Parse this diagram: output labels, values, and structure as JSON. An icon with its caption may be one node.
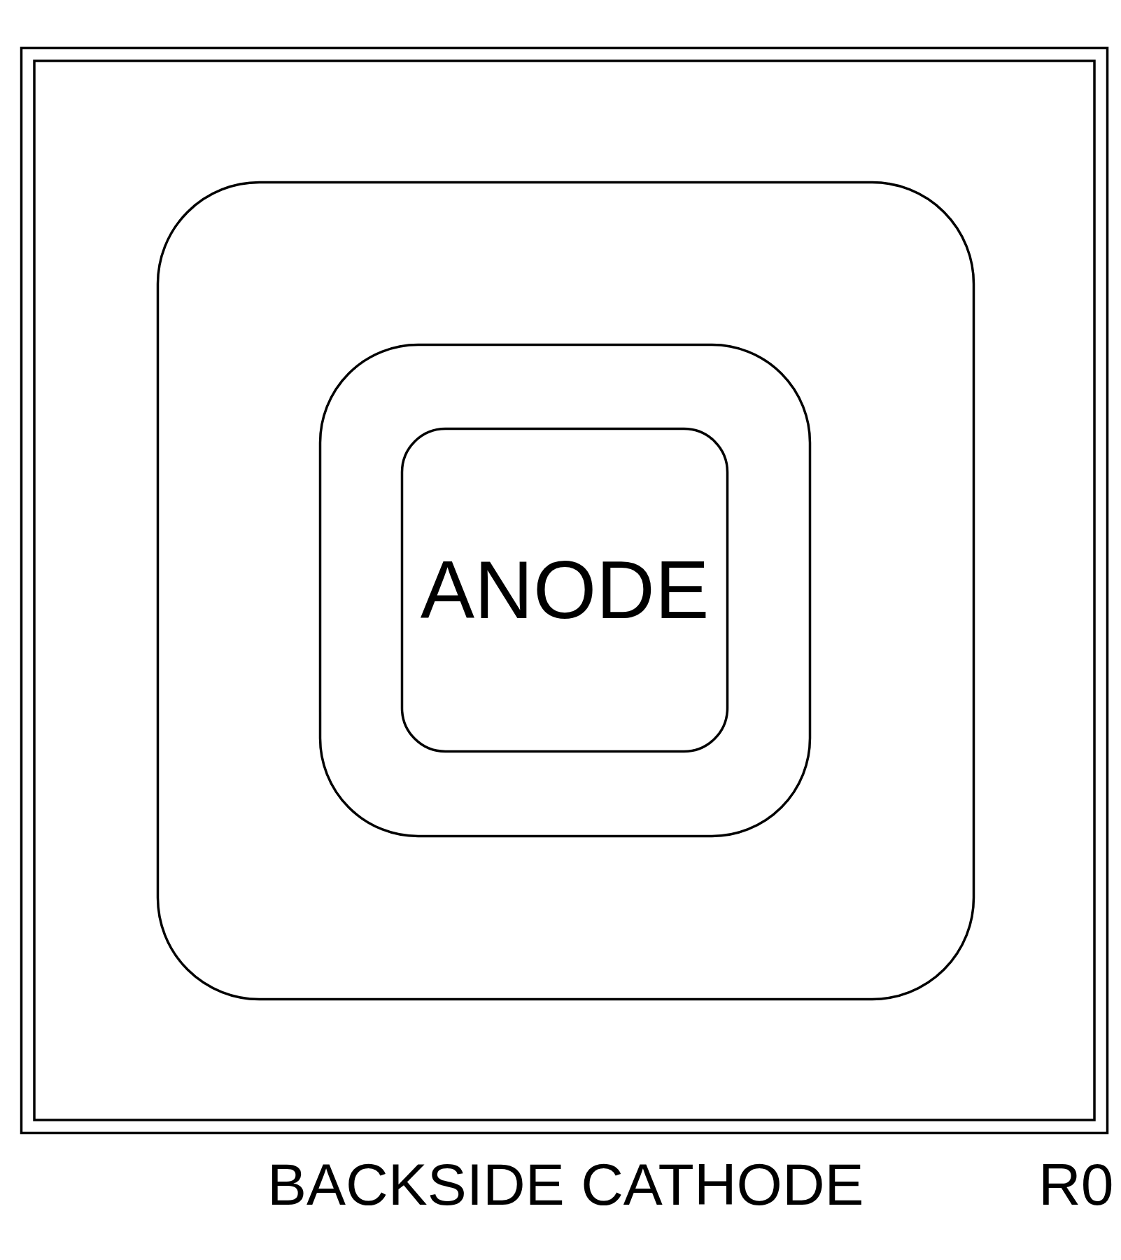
{
  "diagram": {
    "nodes": [
      {
        "text": [],
        "shape": "box"
      },
      {
        "text": [],
        "shape": "box",
        "in": 0
      },
      {
        "text": [],
        "shape": "box",
        "in": 1
      },
      {
        "text": [
          "ANODE"
        ],
        "in": 2
      }
    ],
    "labels": [
      "BACKSIDE CATHODE",
      "R0"
    ]
  }
}
